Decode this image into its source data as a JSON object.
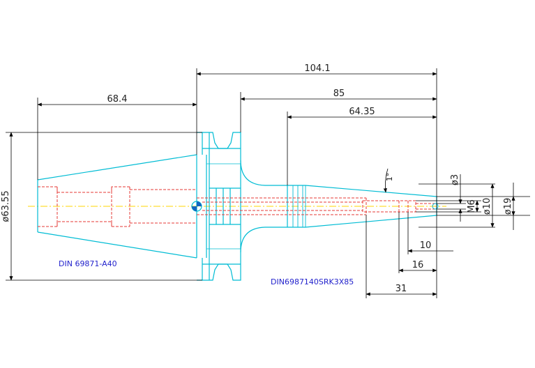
{
  "colors": {
    "background": "#ffffff",
    "dimension": "#000000",
    "outline": "#00bcd4",
    "hidden": "#e53935",
    "centerline": "#ffd600",
    "note": "#2222cc"
  },
  "dimensions": {
    "overall_length": "104.1",
    "taper_length": "68.4",
    "shank_length": "85",
    "extension_length": "64.35",
    "tip_10": "10",
    "tip_16": "16",
    "tip_31": "31",
    "dia_flange": "ø63.55",
    "dia_3": "ø3",
    "thread_m6": "M6",
    "dia_10": "ø10",
    "dia_19": "ø19",
    "taper_angle": "1°"
  },
  "notes": {
    "left": "DIN 69871-A40",
    "right": "DIN6987140SRK3X85"
  }
}
